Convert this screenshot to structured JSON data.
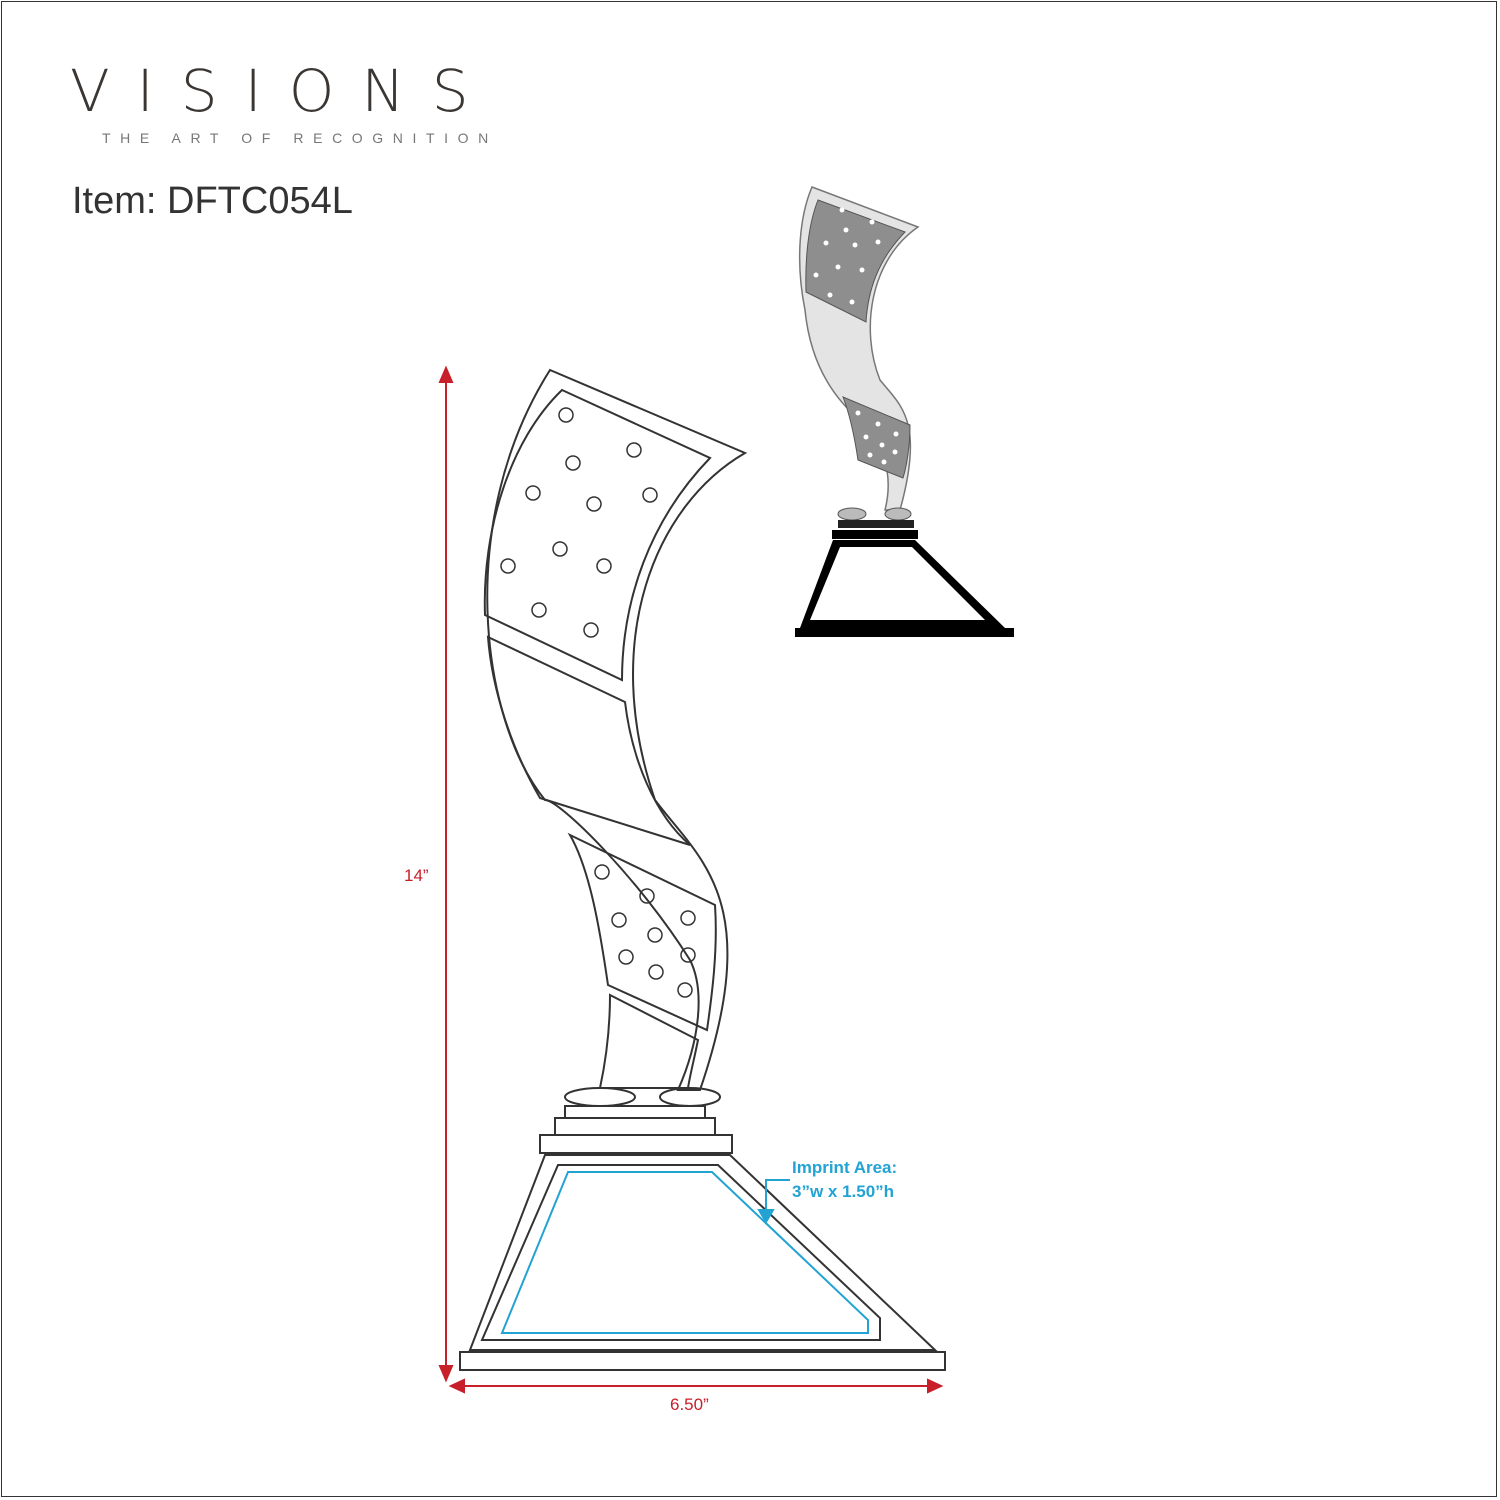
{
  "brand": {
    "name": "VISIONS",
    "tagline": "THE ART OF RECOGNITION"
  },
  "item": {
    "label": "Item: DFTC054L"
  },
  "dimensions": {
    "height": "14”",
    "width": "6.50”"
  },
  "imprint": {
    "title": "Imprint Area:",
    "size": "3”w x 1.50”h"
  },
  "colors": {
    "dimension": "#c8202a",
    "imprint": "#22a3d3",
    "outline": "#333333"
  }
}
